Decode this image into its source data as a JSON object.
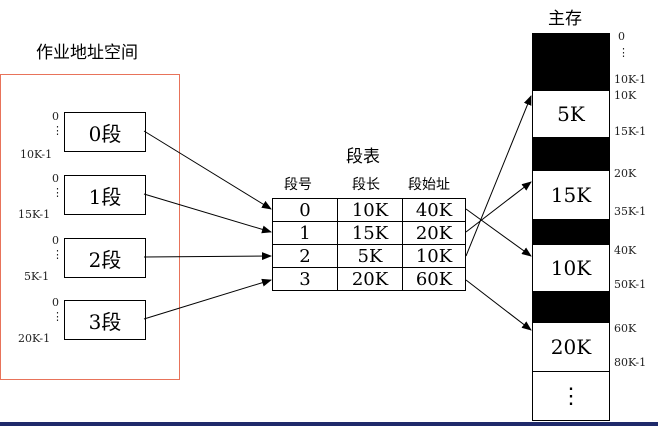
{
  "job_space": {
    "title": "作业地址空间",
    "segments": [
      {
        "label": "0段",
        "start": "0",
        "dots": "⋮",
        "end": "10K-1"
      },
      {
        "label": "1段",
        "start": "0",
        "dots": "⋮",
        "end": "15K-1"
      },
      {
        "label": "2段",
        "start": "0",
        "dots": "⋮",
        "end": "5K-1"
      },
      {
        "label": "3段",
        "start": "0",
        "dots": "⋮",
        "end": "20K-1"
      }
    ]
  },
  "segment_table": {
    "title": "段表",
    "headers": [
      "段号",
      "段长",
      "段始址"
    ],
    "rows": [
      [
        "0",
        "10K",
        "40K"
      ],
      [
        "1",
        "15K",
        "20K"
      ],
      [
        "2",
        "5K",
        "10K"
      ],
      [
        "3",
        "20K",
        "60K"
      ]
    ]
  },
  "memory": {
    "title": "主存",
    "blocks": [
      "5K",
      "15K",
      "10K",
      "20K",
      "⋮"
    ],
    "addresses": [
      "0",
      "⋮",
      "10K-1",
      "10K",
      "15K-1",
      "20K",
      "35K-1",
      "40K",
      "50K-1",
      "60K",
      "80K-1"
    ]
  },
  "colors": {
    "job_border": "#e8735a",
    "bottom_bar": "#1f2a6b"
  }
}
